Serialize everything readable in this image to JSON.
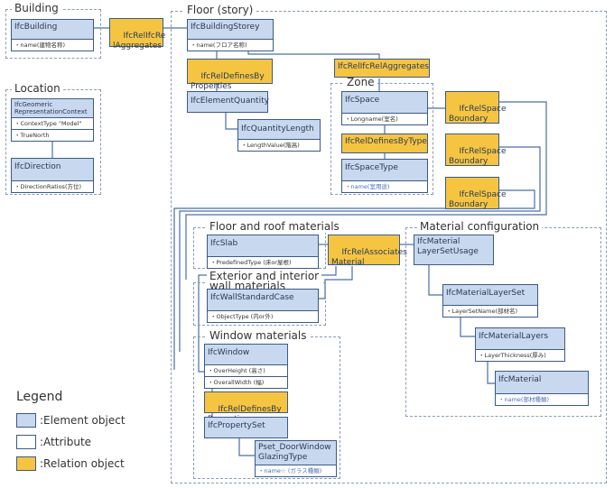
{
  "regions": {
    "building": "Building",
    "location": "Location",
    "floor": "Floor (story)",
    "zone": "Zone",
    "floor_roof": "Floor and roof materials",
    "ext_int_wall": "Exterior and interior\nwall materials",
    "window": "Window materials",
    "material_config": "Material configuration"
  },
  "nodes": {
    "ifc_building": {
      "label": "IfcBuilding",
      "attrs": [
        "・name(建物名称)"
      ]
    },
    "rel_aggregates_1": {
      "label": "IfcRelIfcRe\nlAggregates"
    },
    "ifc_building_storey": {
      "label": "IfcBuildingStorey",
      "attrs": [
        "・name(フロア名称)"
      ]
    },
    "rel_defines_props_1": {
      "label": "IfcRelDefinesBy\nProperties"
    },
    "rel_aggregates_2": {
      "label": "IfcRelIfcRelAggregates"
    },
    "ifc_element_quantity": {
      "label": "IfcElementQuantity"
    },
    "ifc_quantity_length": {
      "label": "IfcQuantityLength",
      "attrs": [
        "・LengthValue(階高)"
      ]
    },
    "ifc_space": {
      "label": "IfcSpace",
      "attrs": [
        "・Longname(室名)"
      ]
    },
    "rel_defines_type": {
      "label": "IfcRelDefinesByType"
    },
    "ifc_space_type": {
      "label": "IfcSpaceType",
      "attrs": [
        "・name(室用途)"
      ]
    },
    "rel_space_boundary_1": {
      "label": "IfcRelSpace\nBoundary"
    },
    "rel_space_boundary_2": {
      "label": "IfcRelSpace\nBoundary"
    },
    "rel_space_boundary_3": {
      "label": "IfcRelSpace\nBoundary"
    },
    "ifc_geo_context": {
      "label": "IfcGeomeric\nRepresentationContext",
      "attrs": [
        "・ContextType \"Model\"",
        "・TrueNorth"
      ]
    },
    "ifc_direction": {
      "label": "IfcDirection",
      "attrs": [
        "・DirectionRatios(方位)"
      ]
    },
    "ifc_slab": {
      "label": "IfcSlab",
      "attrs": [
        "・PredefinedType (床or屋根)"
      ]
    },
    "rel_associates_material": {
      "label": "IfcRelAssociates\nMaterial"
    },
    "ifc_material_layerset_usage": {
      "label": "IfcMaterial\nLayerSetUsage"
    },
    "ifc_wall_standard_case": {
      "label": "IfcWallStandardCase",
      "attrs": [
        "・ObjectType (内or外)"
      ]
    },
    "ifc_material_layerset": {
      "label": "IfcMaterialLayerSet",
      "attrs": [
        "・LayerSetName(部材名)"
      ]
    },
    "ifc_material_layers": {
      "label": "IfcMaterialLayers",
      "attrs": [
        "・LayerThickness(厚み)"
      ]
    },
    "ifc_material": {
      "label": "IfcMaterial",
      "attrs": [
        "・name(部材種類)"
      ]
    },
    "ifc_window": {
      "label": "IfcWindow",
      "attrs": [
        "・OverHeight (高さ)",
        "・OverallWidth (幅)"
      ]
    },
    "rel_defines_props_2": {
      "label": "IfcRelDefinesBy\nProperties"
    },
    "ifc_property_set": {
      "label": "IfcPropertySet"
    },
    "pset_door_window": {
      "label": "Pset_DoorWindow\nGlazingType",
      "attrs": [
        "・name☆ (ガラス種類)"
      ]
    }
  },
  "legend": {
    "title": "Legend",
    "items": [
      {
        "label": ":Element object",
        "color": "#c8d8ee"
      },
      {
        "label": ":Attribute",
        "color": "#ffffff"
      },
      {
        "label": ":Relation object",
        "color": "#f5c542"
      }
    ]
  },
  "colors": {
    "element": "#c8d8ee",
    "relation": "#f5c542",
    "border": "#3b5a87",
    "line": "#4a6fa8",
    "dashed": "#8a9bb8"
  }
}
